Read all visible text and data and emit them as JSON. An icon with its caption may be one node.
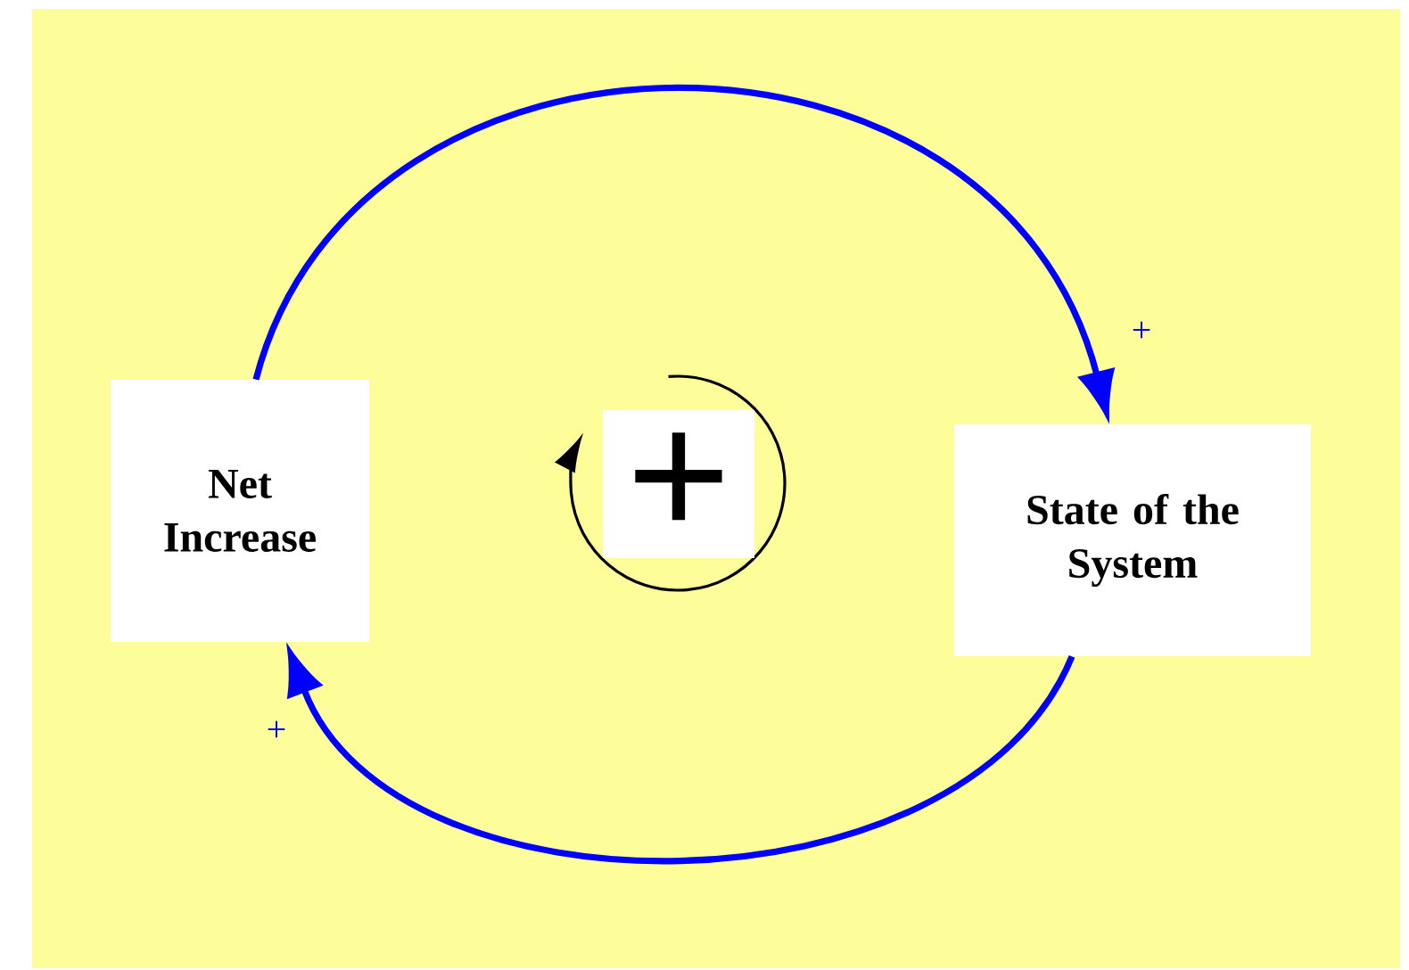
{
  "diagram": {
    "nodes": [
      {
        "text": [
          "Net Increase"
        ]
      },
      {
        "text": [
          "State of the System"
        ]
      },
      {
        "text": [
          "+"
        ]
      }
    ],
    "edges": [
      {
        "from": 0,
        "to": 1,
        "arrow": "to",
        "label": "+"
      },
      {
        "from": 1,
        "to": 0,
        "arrow": "to",
        "label": "+"
      }
    ]
  }
}
